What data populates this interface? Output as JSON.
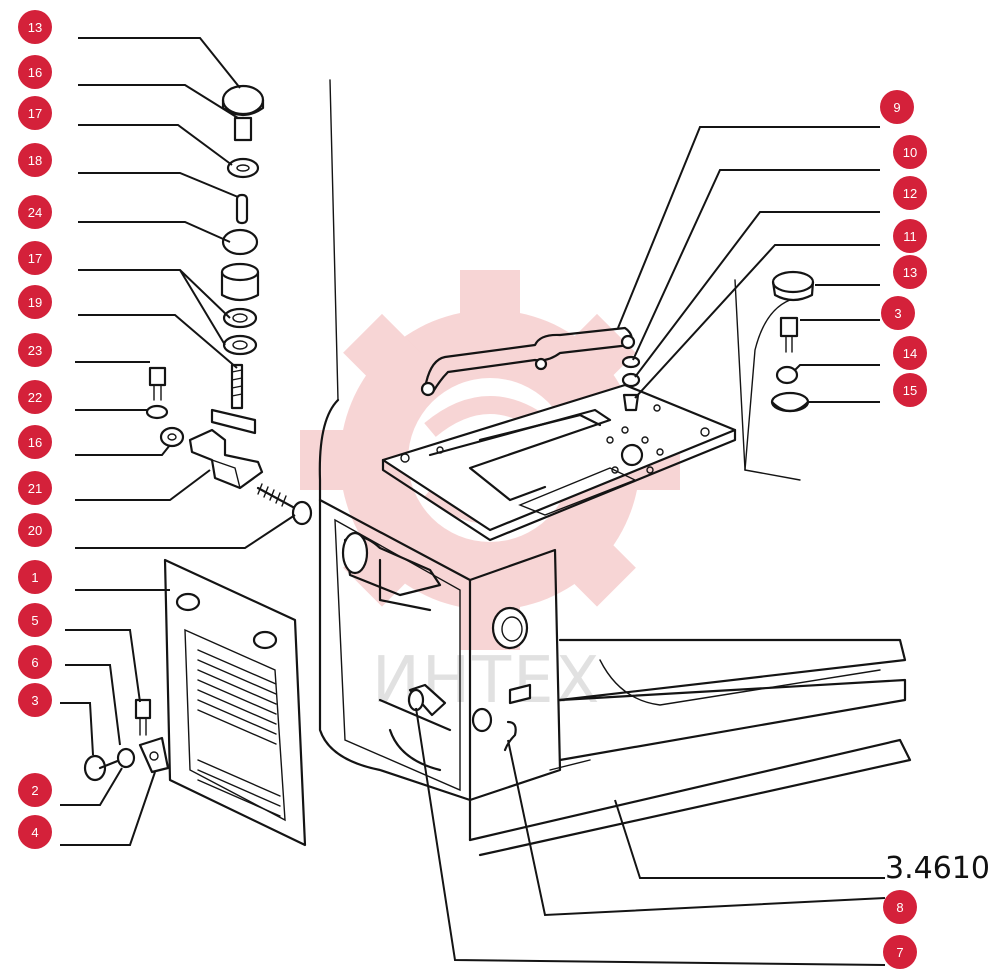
{
  "figure_number": "3.4610",
  "watermark": {
    "text": "ИНТЕХ",
    "color": "#f2b3b3"
  },
  "badge_color": "#d4213a",
  "callouts": [
    {
      "label": "13"
    },
    {
      "label": "16"
    },
    {
      "label": "17"
    },
    {
      "label": "18"
    },
    {
      "label": "24"
    },
    {
      "label": "17"
    },
    {
      "label": "19"
    },
    {
      "label": "23"
    },
    {
      "label": "22"
    },
    {
      "label": "16"
    },
    {
      "label": "21"
    },
    {
      "label": "20"
    },
    {
      "label": "1"
    },
    {
      "label": "5"
    },
    {
      "label": "6"
    },
    {
      "label": "3"
    },
    {
      "label": "2"
    },
    {
      "label": "4"
    },
    {
      "label": "9"
    },
    {
      "label": "10"
    },
    {
      "label": "12"
    },
    {
      "label": "11"
    },
    {
      "label": "13"
    },
    {
      "label": "3"
    },
    {
      "label": "14"
    },
    {
      "label": "15"
    },
    {
      "label": "8"
    },
    {
      "label": "7"
    }
  ]
}
